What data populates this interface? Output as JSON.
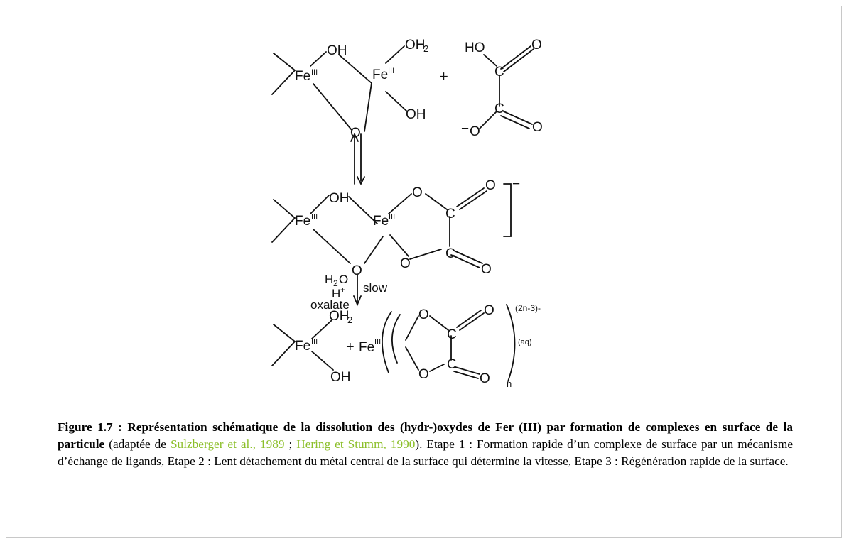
{
  "figure": {
    "labels": {
      "oh": "OH",
      "oh2": "OH",
      "o": "O",
      "fe": "Fe",
      "fe_ox": "III",
      "c": "C",
      "ho": "HO",
      "o_minus": "O",
      "minus": "−",
      "plus": "+",
      "charge": "−",
      "h2o": "H",
      "h2o_sub": "2",
      "h2o_o": "O",
      "hplus": "H",
      "hplus_sup": "+",
      "slow": "slow",
      "oxalate": "oxalate",
      "two_sub": "2",
      "product_charge": "(2n-3)-",
      "aq": "(aq)",
      "n": "n"
    }
  },
  "caption": {
    "label": "Figure 1.7 : Représentation schématique de la dissolution des (hydr-)oxydes de Fer (III) par formation de complexes en surface de la particule",
    "pre": " (adaptée de ",
    "ref1": "Sulzberger et al., 1989",
    "sep": " ; ",
    "ref2": "Hering et Stumm, 1990",
    "post": "). Etape 1 : Formation rapide d’un complexe de surface par un mécanisme d’échange de ligands, Etape 2 : Lent détachement du métal central de la surface qui détermine la vitesse, Etape 3 : Régénération rapide de la surface."
  }
}
